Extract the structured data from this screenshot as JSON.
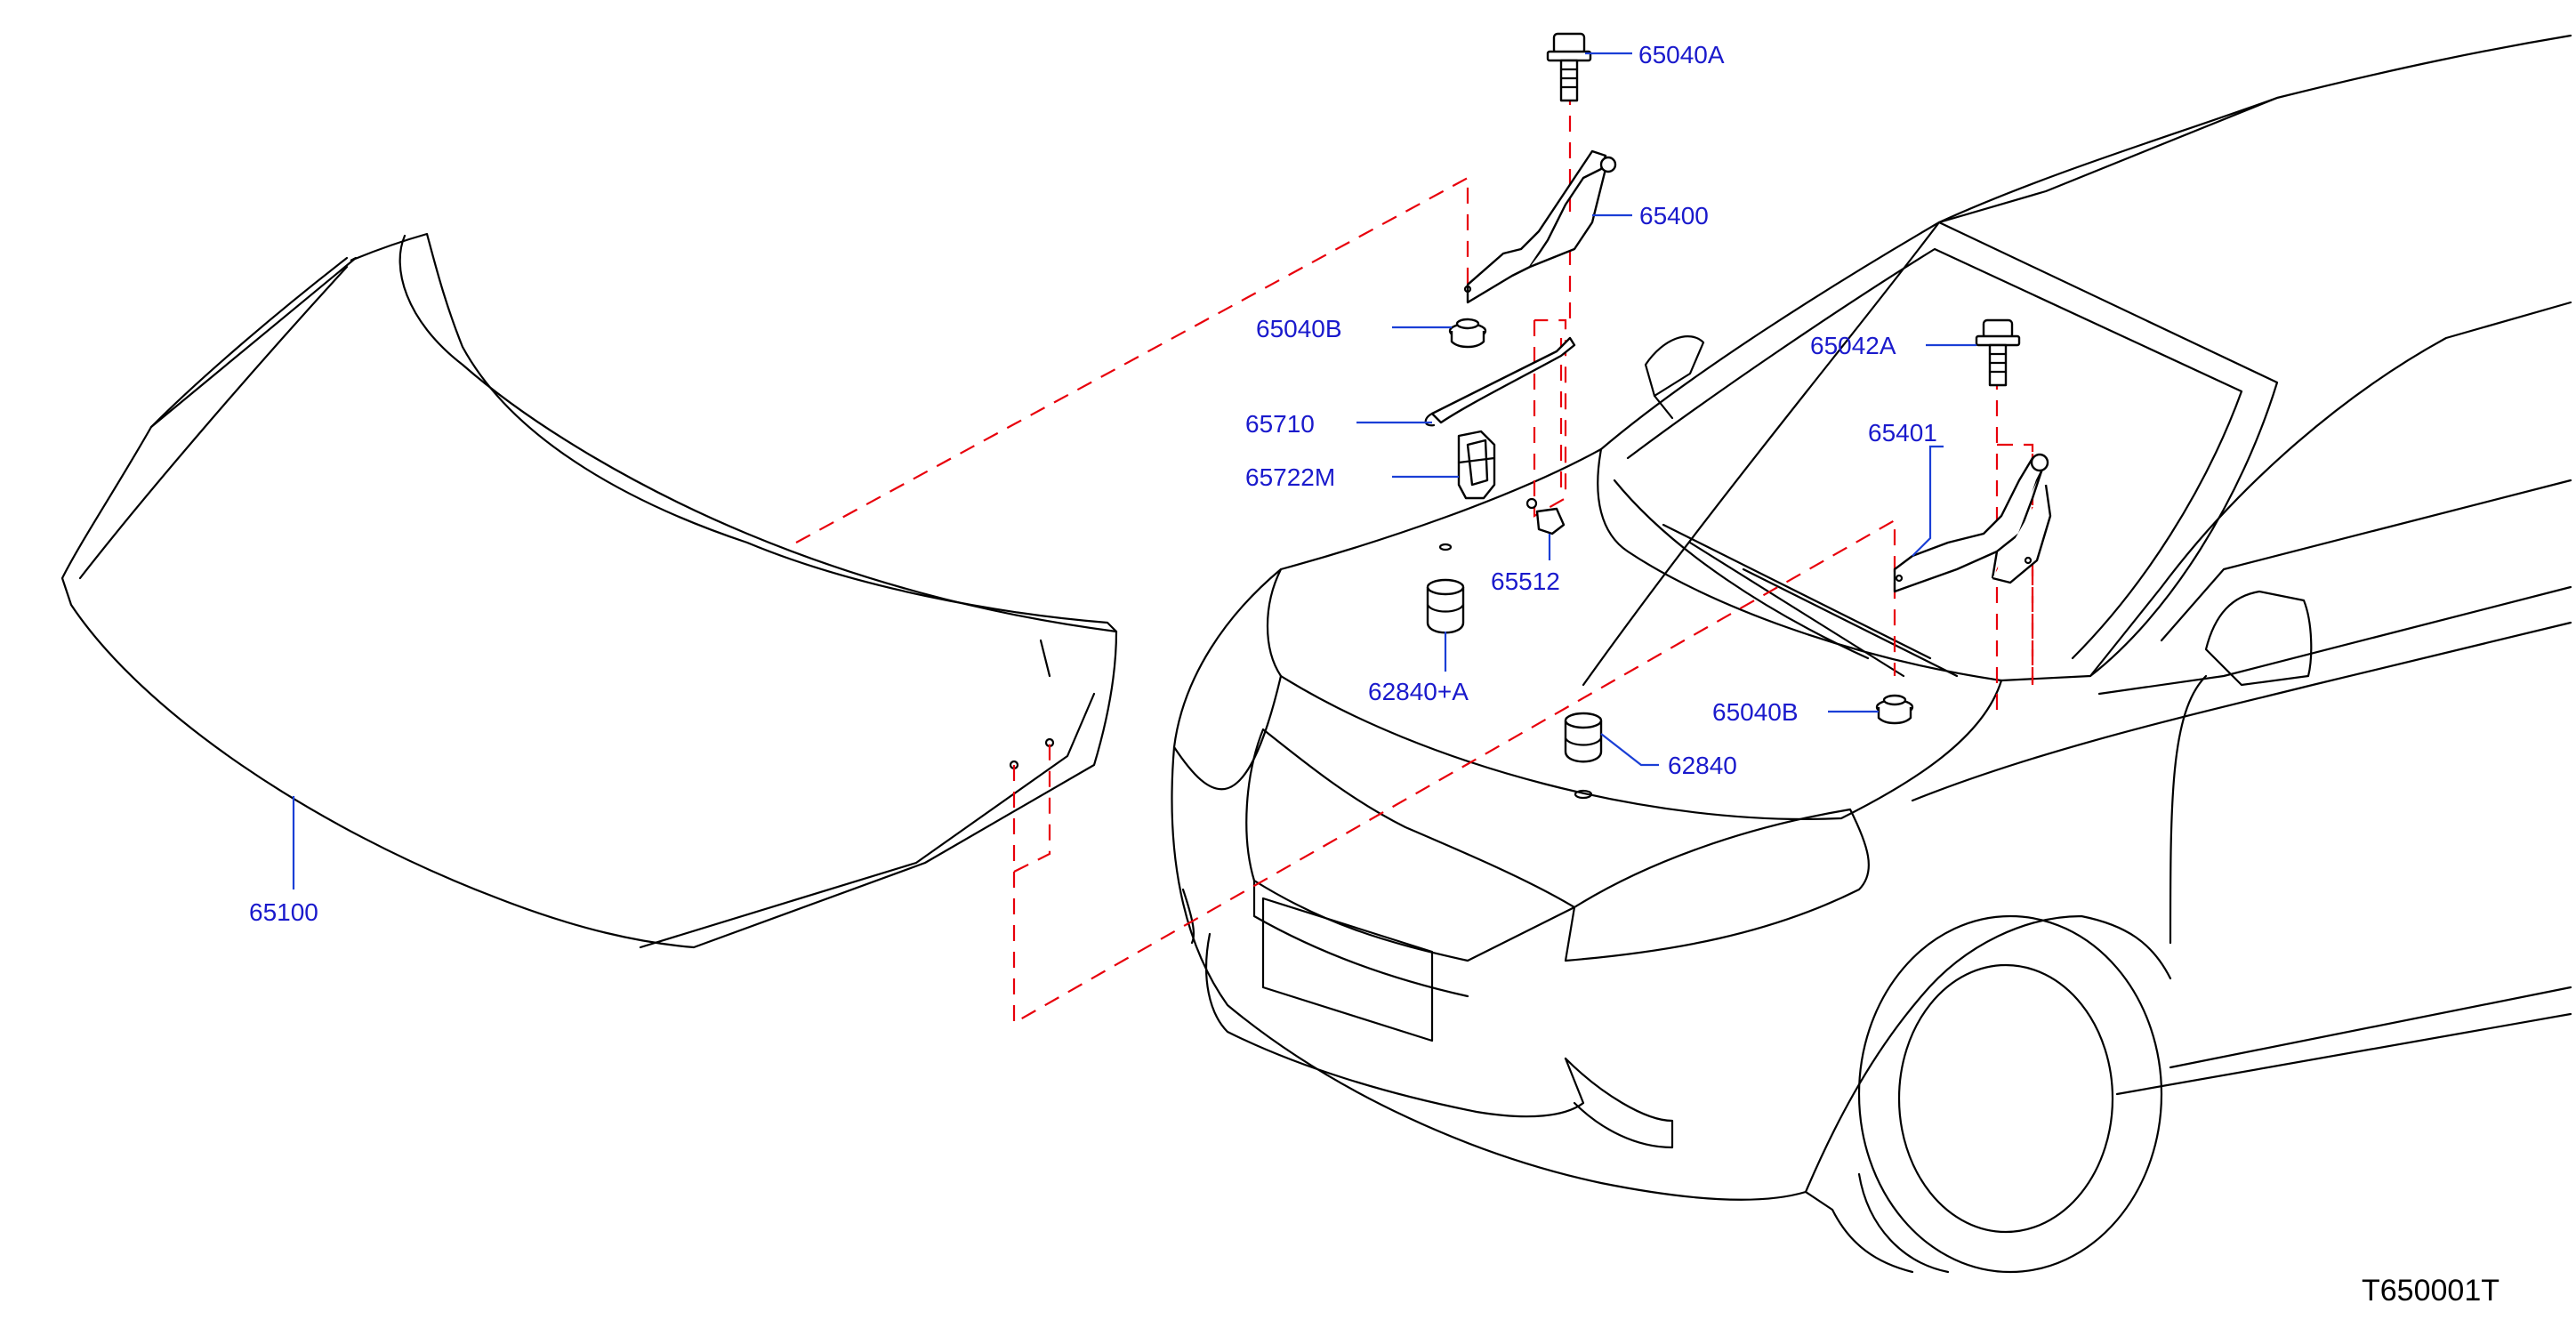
{
  "callouts": {
    "p65040A": "65040A",
    "p65400": "65400",
    "p65040B_top": "65040B",
    "p65710": "65710",
    "p65722M": "65722M",
    "p65512": "65512",
    "p62840A": "62840+A",
    "p65100": "65100",
    "p65042A": "65042A",
    "p65401": "65401",
    "p65040B_bottom": "65040B",
    "p62840": "62840"
  },
  "drawing_code": "T650001T",
  "colors": {
    "callout_text": "#1a1acc",
    "leader_line": "#1a3fd6",
    "dashed_alignment": "#e8000b",
    "outline": "#000000"
  }
}
